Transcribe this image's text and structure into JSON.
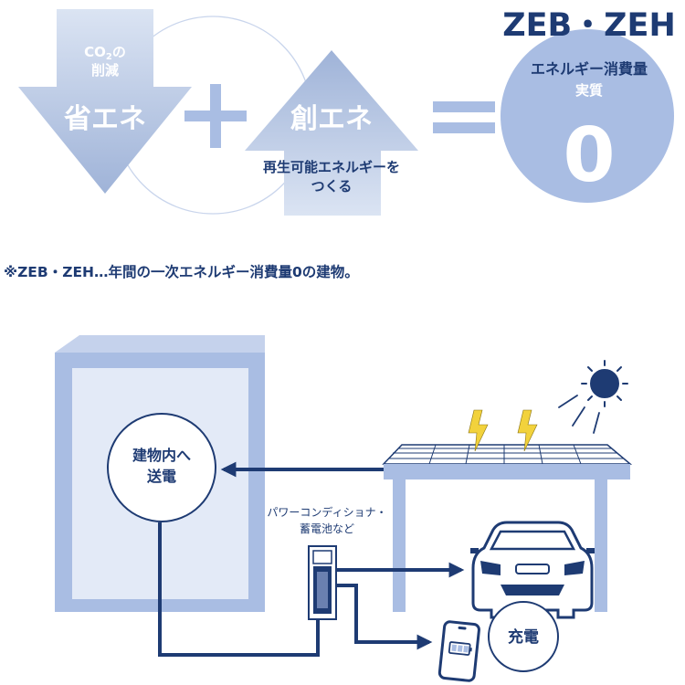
{
  "top": {
    "save": {
      "co2_line1": "CO",
      "co2_sub": "2",
      "co2_line1_tail": "の",
      "co2_line2": "削減",
      "title": "省エネ"
    },
    "create": {
      "title": "創エネ",
      "desc_line1": "再生可能エネルギーを",
      "desc_line2": "つくる"
    },
    "result": {
      "brand": "ZEB・ZEH",
      "line1": "エネルギー消費量",
      "line2": "実質",
      "value": "0"
    }
  },
  "note": "※ZEB・ZEH…年間の一次エネルギー消費量0の建物。",
  "diagram": {
    "building_label_line1": "建物内へ",
    "building_label_line2": "送電",
    "conditioner_line1": "パワーコンディショナ・",
    "conditioner_line2": "蓄電池など",
    "charge_label": "充電"
  },
  "colors": {
    "navy": "#1e3b73",
    "arrow_light": "#dbe4f3",
    "arrow_mid": "#9fb3d8",
    "circle_fill": "#a9bde3",
    "building_outer": "#a9bde3",
    "building_inner": "#e3eaf7",
    "carport": "#a9bde3",
    "sun": "#1e3b73",
    "bolt": "#f2d23c"
  }
}
